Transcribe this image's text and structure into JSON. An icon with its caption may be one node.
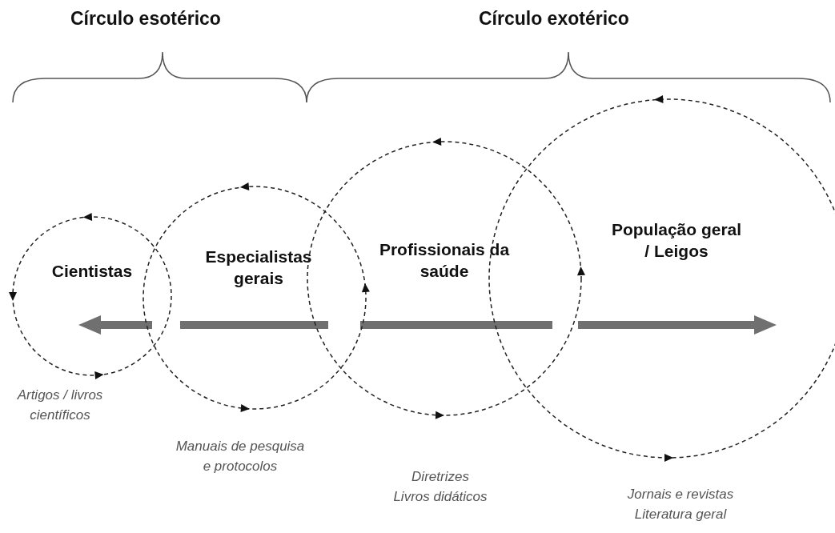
{
  "diagram": {
    "nodes": [
      {
        "text": [
          "Cientistas"
        ],
        "beside": [
          "Artigos / livros científicos"
        ]
      },
      {
        "text": [
          "Especialistas gerais"
        ],
        "beside": [
          "Manuais de pesquisa e protocolos"
        ]
      },
      {
        "text": [
          "Profissionais da saúde"
        ],
        "beside": [
          "Diretrizes",
          "Livros didáticos"
        ]
      },
      {
        "text": [
          "População geral / Leigos"
        ],
        "beside": [
          "Jornais e revistas",
          "Literatura geral"
        ]
      }
    ],
    "edges": [],
    "labels": [
      "Círculo esotérico",
      "Círculo exotérico"
    ]
  }
}
